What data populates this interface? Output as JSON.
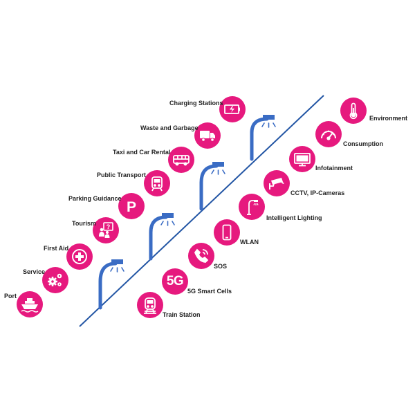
{
  "colors": {
    "accent": "#e6197e",
    "line": "#2255a4",
    "lamp": "#3a6cc4",
    "icon": "#ffffff"
  },
  "left_items": [
    {
      "id": "charging-stations",
      "label": "Charging Stations",
      "icon": "battery-charging-icon"
    },
    {
      "id": "waste-and-garbage",
      "label": "Waste and Garbage",
      "icon": "garbage-truck-icon"
    },
    {
      "id": "taxi-and-car-rental",
      "label": "Taxi and Car Rental",
      "icon": "bus-icon"
    },
    {
      "id": "public-transport",
      "label": "Public Transport",
      "icon": "tram-icon"
    },
    {
      "id": "parking-guidance",
      "label": "Parking Guidance",
      "icon": "parking-icon"
    },
    {
      "id": "tourism",
      "label": "Tourism",
      "icon": "tourist-info-icon"
    },
    {
      "id": "first-aid",
      "label": "First Aid",
      "icon": "first-aid-cross-icon"
    },
    {
      "id": "service",
      "label": "Service",
      "icon": "gears-icon"
    },
    {
      "id": "port",
      "label": "Port",
      "icon": "ship-icon"
    }
  ],
  "right_items": [
    {
      "id": "environment",
      "label": "Environment",
      "icon": "thermometer-icon"
    },
    {
      "id": "consumption",
      "label": "Consumption",
      "icon": "gauge-icon"
    },
    {
      "id": "infotainment",
      "label": "Infotainment",
      "icon": "monitor-icon"
    },
    {
      "id": "cctv-ip-cameras",
      "label": "CCTV, IP-Cameras",
      "icon": "cctv-camera-icon"
    },
    {
      "id": "intelligent-lighting",
      "label": "Intelligent Lighting",
      "icon": "street-lamp-icon"
    },
    {
      "id": "wlan",
      "label": "WLAN",
      "icon": "smartphone-icon"
    },
    {
      "id": "sos",
      "label": "SOS",
      "icon": "phone-icon"
    },
    {
      "id": "5g-smart-cells",
      "label": "5G Smart Cells",
      "icon": "5g-icon",
      "icon_text": "5G"
    },
    {
      "id": "train-station",
      "label": "Train Station",
      "icon": "train-icon"
    }
  ]
}
